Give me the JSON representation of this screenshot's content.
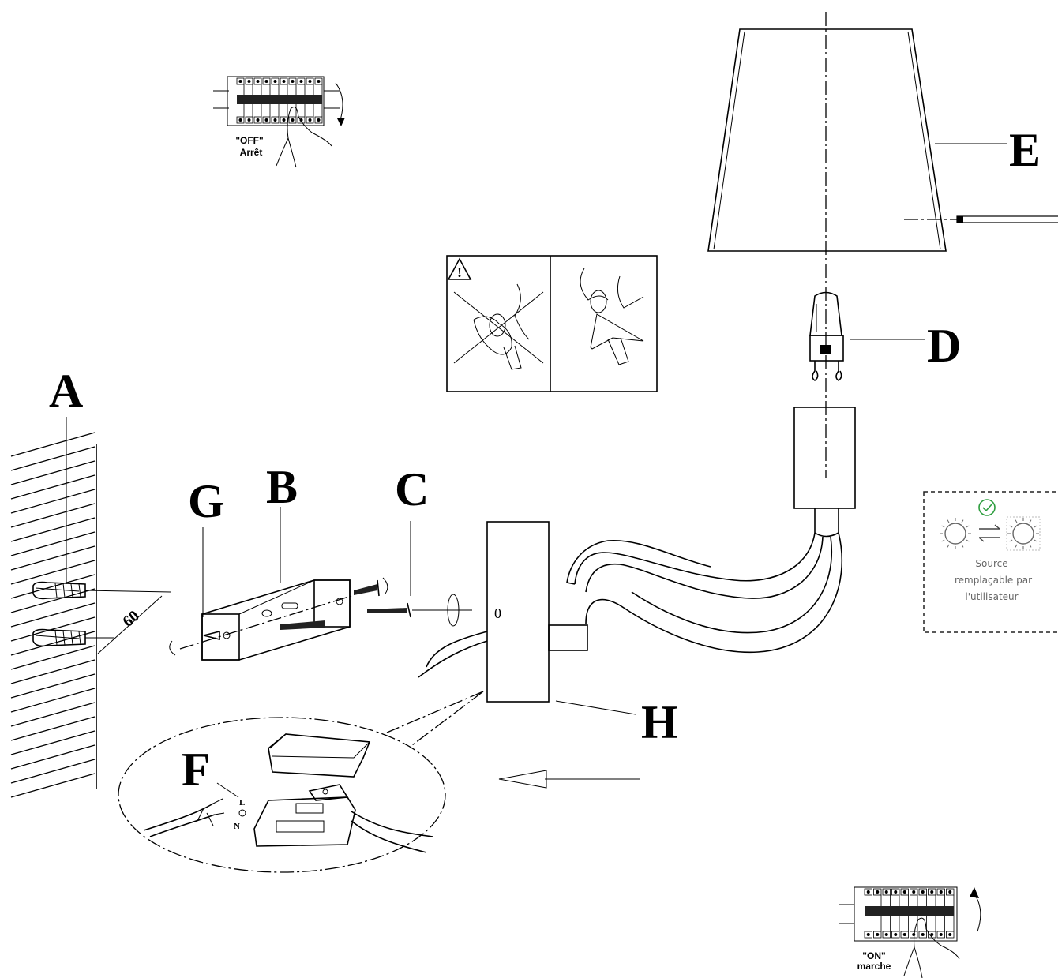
{
  "labels": {
    "A": "A",
    "B": "B",
    "C": "C",
    "D": "D",
    "E": "E",
    "F": "F",
    "G": "G",
    "H": "H"
  },
  "dimension": "60",
  "breaker_off": {
    "line1": "\"OFF\"",
    "line2": "Arrêt"
  },
  "breaker_on": {
    "line1": "\"ON\"",
    "line2": "marche"
  },
  "wiring": {
    "L": "L",
    "N": "N",
    "zero": "0"
  },
  "replaceable_source": {
    "line1": "Source",
    "line2": "remplaçable par",
    "line3": "l'utilisateur",
    "check_color": "#2e9e3f",
    "text_color": "#666666"
  },
  "warning_panel": {
    "symbol": "!"
  }
}
